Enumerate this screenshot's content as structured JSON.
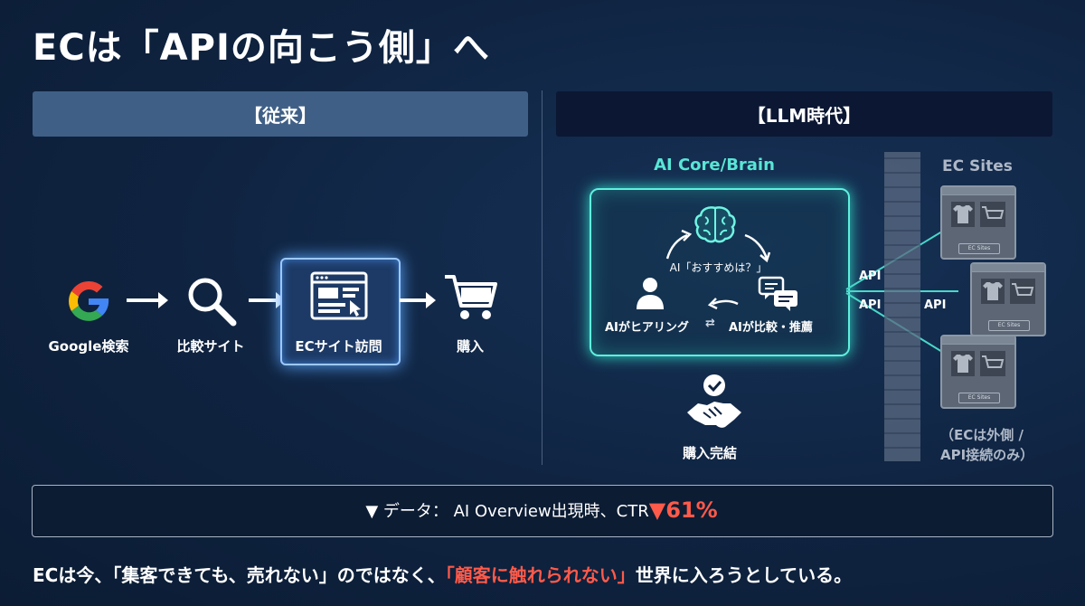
{
  "title": "ECは「APIの向こう側」へ",
  "sections": {
    "traditional": {
      "header": "【従来】"
    },
    "llm": {
      "header": "【LLM時代】"
    }
  },
  "traditional_flow": {
    "google": "Google検索",
    "compare": "比較サイト",
    "ec_visit": "ECサイト訪問",
    "purchase": "購入"
  },
  "llm_flow": {
    "ai_core_title": "AI Core/Brain",
    "recommend_prompt": "AI「おすすめは？」",
    "hearing": "AIがヒアリング",
    "exchange_symbol": "⇄",
    "compare_recommend": "AIが比較・推薦",
    "purchase_complete": "購入完結",
    "api_label": "API",
    "ec_sites_title": "EC Sites",
    "ec_site_tag": "EC Sites",
    "outside_note_line1": "（ECは外側 /",
    "outside_note_line2": "API接続のみ）"
  },
  "data_bar": {
    "prefix": "▼ データ： AI Overview出現時、CTR ",
    "value": "▼61%"
  },
  "footer": {
    "part1": "ECは今、「集客できても、売れない」のではなく、",
    "highlight": "「顧客に触れられない」",
    "part2": "世界に入ろうとしている。"
  },
  "colors": {
    "background": "#0f2340",
    "traditional_header": "#3f5f86",
    "llm_header": "#0b1733",
    "teal_accent": "#59e6d6",
    "alert_red": "#ff5a4a"
  },
  "icons": [
    "google-logo",
    "search-icon",
    "browser-window-icon",
    "cart-icon",
    "brain-icon",
    "person-icon",
    "chat-bubbles-icon",
    "handshake-check-icon",
    "shirt-icon"
  ]
}
